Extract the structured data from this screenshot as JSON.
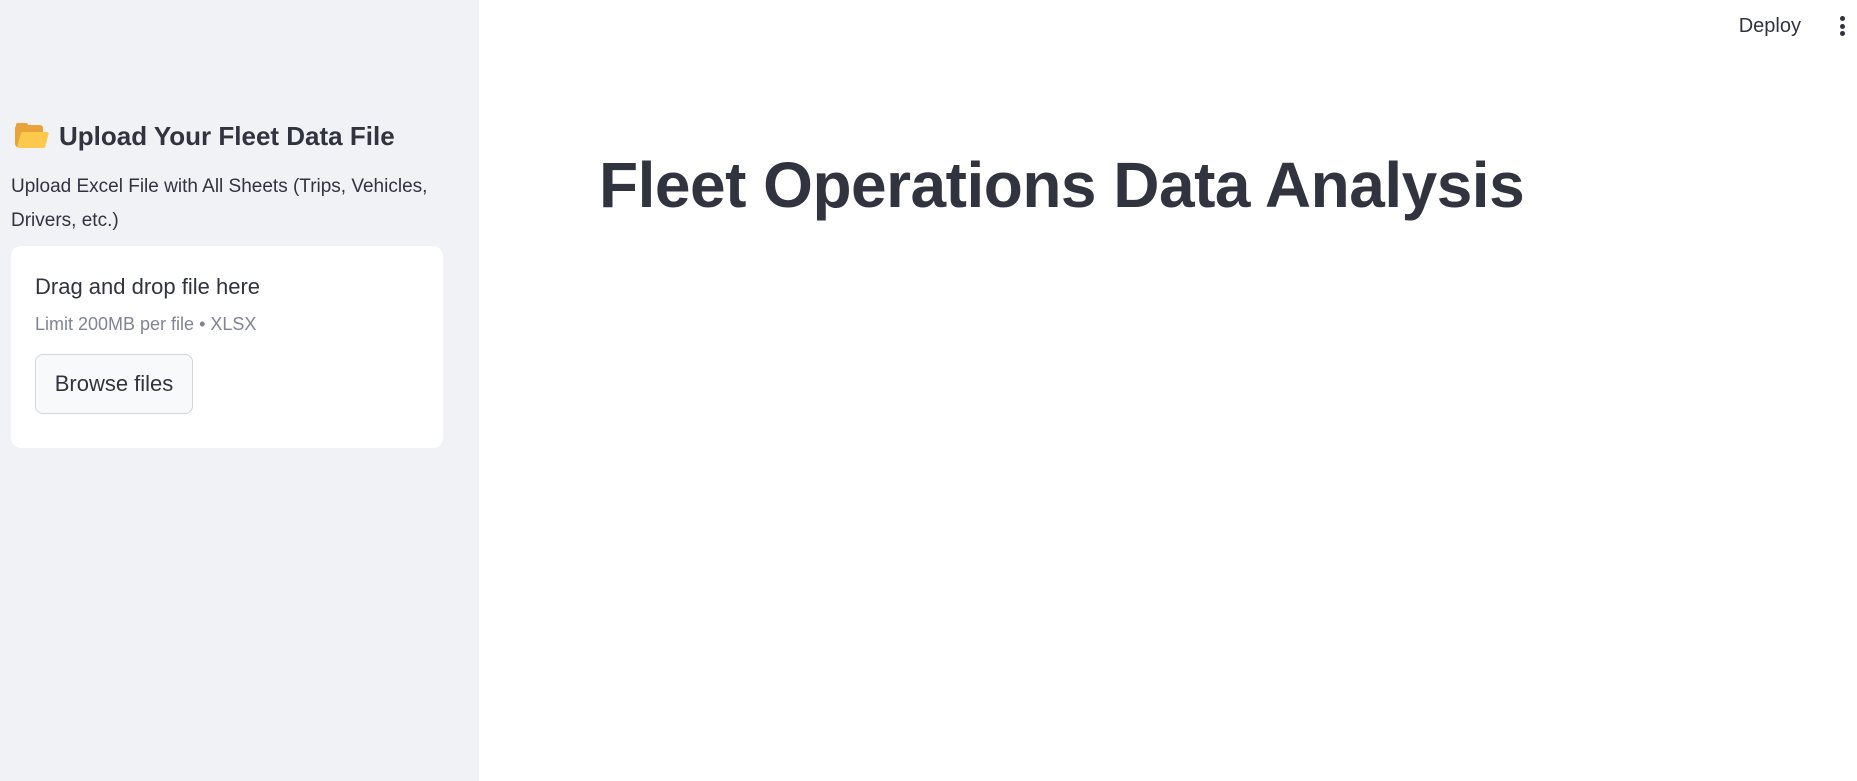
{
  "sidebar": {
    "icon": "folder-open-icon",
    "header": "Upload Your Fleet Data File",
    "uploader": {
      "label": "Upload Excel File with All Sheets (Trips, Vehicles, Drivers, etc.)",
      "dropzone_title": "Drag and drop file here",
      "dropzone_limit": "Limit 200MB per file • XLSX",
      "browse_label": "Browse files"
    }
  },
  "topbar": {
    "deploy_label": "Deploy",
    "menu_icon": "kebab-menu-icon"
  },
  "main": {
    "title": "Fleet Operations Data Analysis"
  },
  "colors": {
    "sidebar_bg": "#f0f2f6",
    "text": "#31333f",
    "muted_text": "#808495",
    "main_bg": "#ffffff"
  }
}
